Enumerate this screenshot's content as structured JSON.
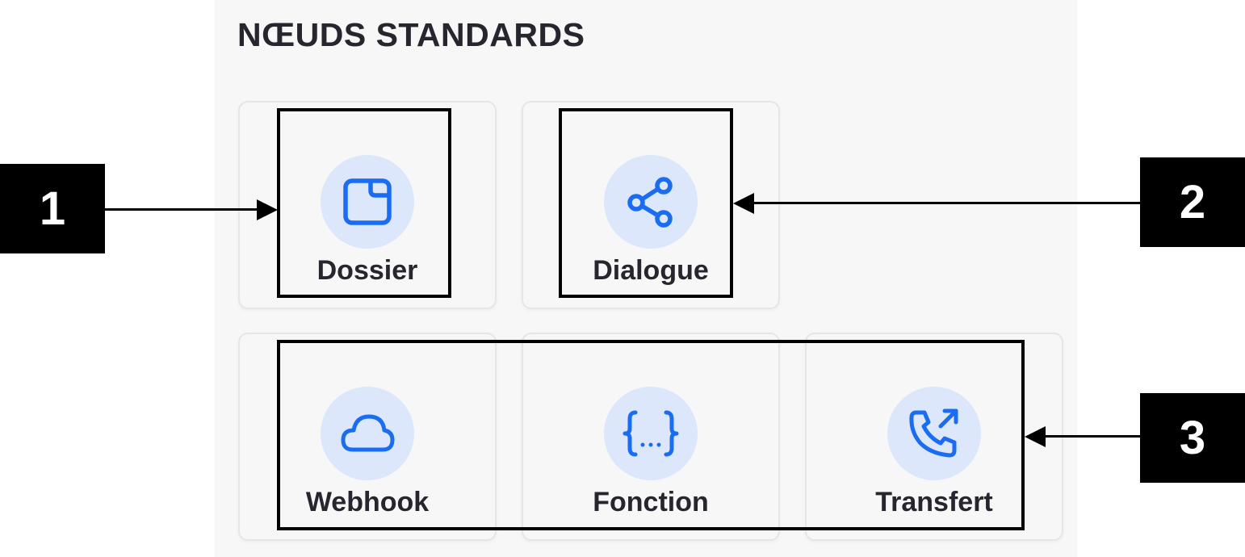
{
  "section": {
    "title": "NŒUDS STANDARDS"
  },
  "nodes": [
    {
      "label": "Dossier",
      "icon": "folder-icon"
    },
    {
      "label": "Dialogue",
      "icon": "share-icon"
    },
    {
      "label": "Webhook",
      "icon": "cloud-icon"
    },
    {
      "label": "Fonction",
      "icon": "braces-icon"
    },
    {
      "label": "Transfert",
      "icon": "phone-forward-icon"
    }
  ],
  "callouts": [
    "1",
    "2",
    "3"
  ],
  "colors": {
    "icon_blue": "#1a6cf0",
    "icon_circle_bg": "#dce7fb",
    "panel_bg": "#f7f7f7",
    "callout_bg": "#000000"
  }
}
